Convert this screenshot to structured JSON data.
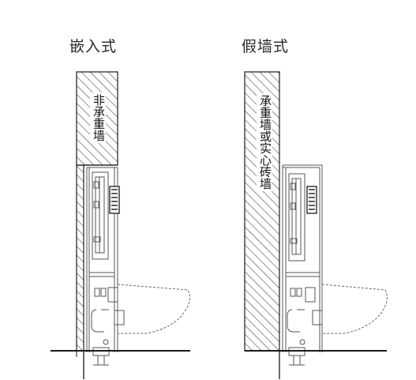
{
  "installation_types": [
    {
      "id": "embedded",
      "title": "嵌入式",
      "wall_label": "非承重墙"
    },
    {
      "id": "false_wall",
      "title": "假墙式",
      "wall_label": "承重墙或实心砖墙"
    }
  ],
  "colors": {
    "line": "#1a1a1a",
    "frame": "#555555",
    "hatch": "#3a3a3a",
    "dashed": "#666666",
    "background": "#ffffff"
  }
}
